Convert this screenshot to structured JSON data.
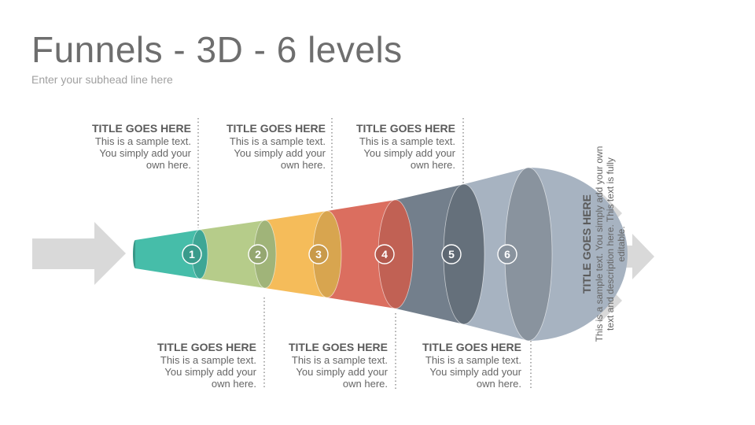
{
  "header": {
    "title": "Funnels - 3D - 6 levels",
    "subhead": "Enter your subhead line here"
  },
  "funnel": {
    "levels": [
      {
        "number": "1",
        "color": "#46bda9"
      },
      {
        "number": "2",
        "color": "#b6cc8a"
      },
      {
        "number": "3",
        "color": "#f5bc5a"
      },
      {
        "number": "4",
        "color": "#db6e5f"
      },
      {
        "number": "5",
        "color": "#737f8c"
      },
      {
        "number": "6",
        "color": "#a7b3c1"
      }
    ]
  },
  "callouts": [
    {
      "title": "TITLE GOES HERE",
      "line1": "This is a sample text.",
      "line2": "You simply add your",
      "line3": "own here."
    },
    {
      "title": "TITLE GOES HERE",
      "line1": "This is a sample text.",
      "line2": "You simply add your",
      "line3": "own here."
    },
    {
      "title": "TITLE GOES HERE",
      "line1": "This is a sample text.",
      "line2": "You simply add your",
      "line3": "own here."
    },
    {
      "title": "TITLE GOES HERE",
      "line1": "This is a sample text.",
      "line2": "You simply add your",
      "line3": "own here."
    },
    {
      "title": "TITLE GOES HERE",
      "line1": "This is a sample text.",
      "line2": "You simply add your",
      "line3": "own here."
    },
    {
      "title": "TITLE GOES HERE",
      "line1": "This is a sample text.",
      "line2": "You simply add your",
      "line3": "own here."
    }
  ],
  "side_note": {
    "title": "TITLE GOES HERE",
    "line1": "This is a sample text. You simply add your own",
    "line2": "text and description here. This text is fully",
    "line3": "editable."
  },
  "colors": {
    "arrow": "#d9d9d9",
    "dotted_line": "#8c8c8c"
  }
}
